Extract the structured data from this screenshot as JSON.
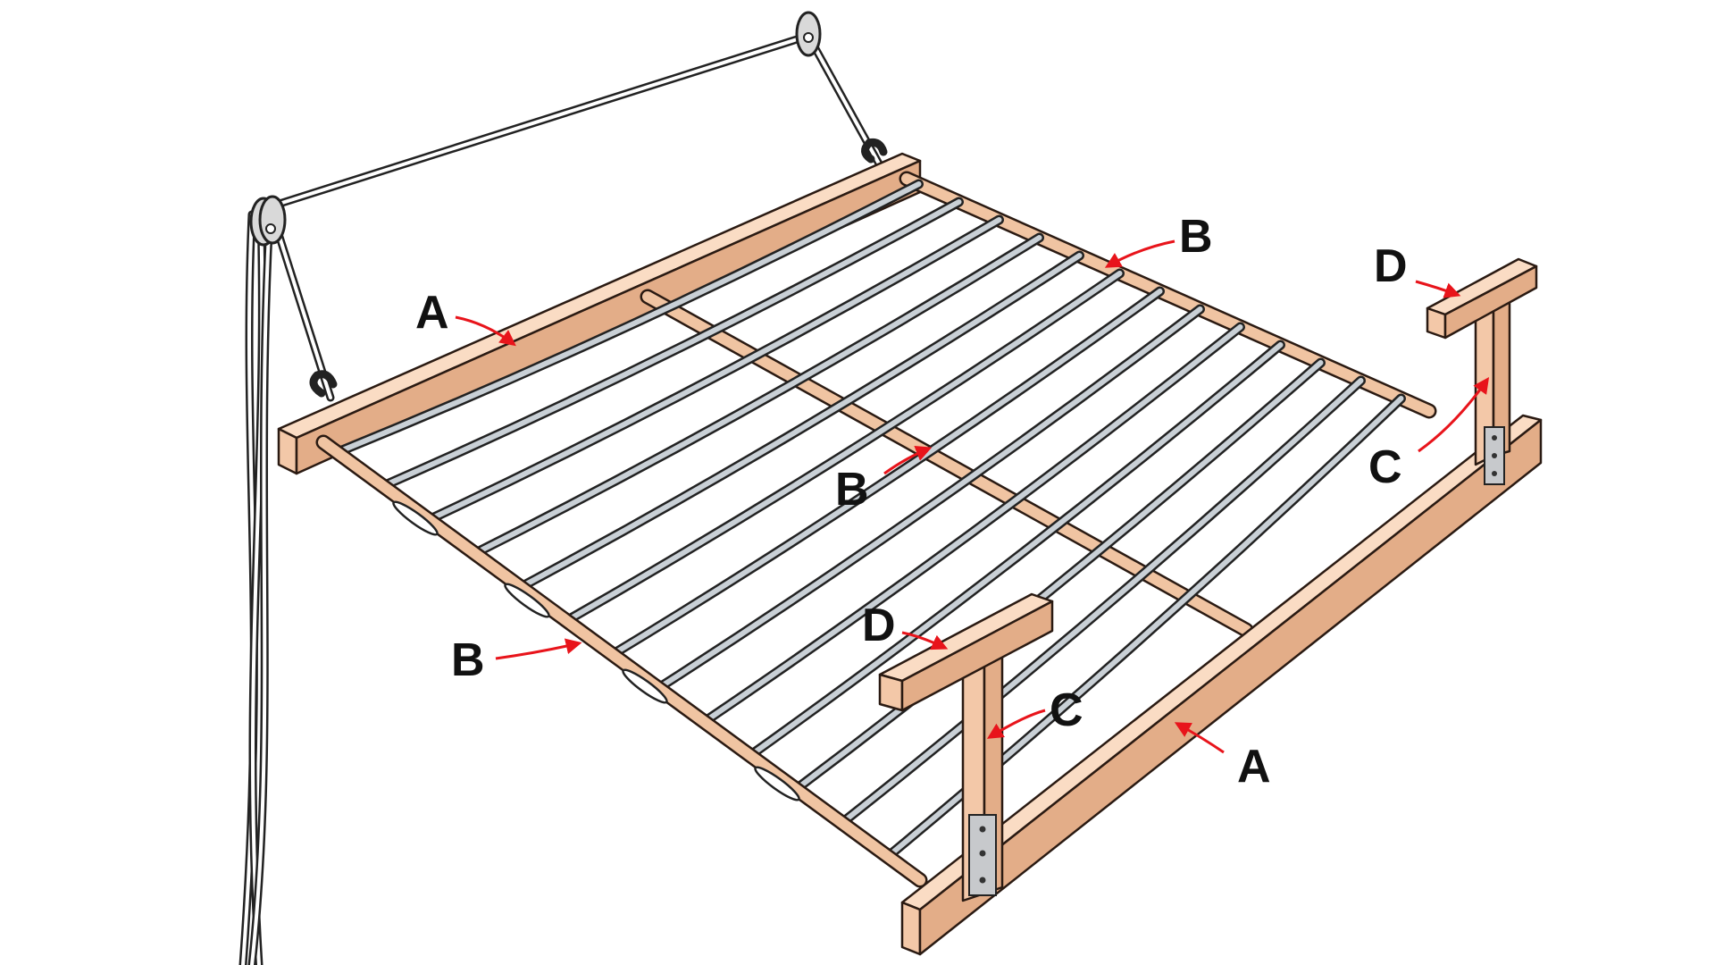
{
  "diagram": {
    "labels": {
      "a_top": "A",
      "a_bottom": "A",
      "b_right_rail": "B",
      "b_center_dowel": "B",
      "b_left_rail": "B",
      "c_front_upright": "C",
      "c_back_upright": "C",
      "d_front_block": "D",
      "d_back_block": "D"
    },
    "colors": {
      "wood": "#f3c8a8",
      "rod": "#c9d0d6",
      "arrow": "#e8141b",
      "outline": "#2a1a12"
    },
    "icons": [
      "pulley-icon",
      "hinge-icon"
    ]
  }
}
